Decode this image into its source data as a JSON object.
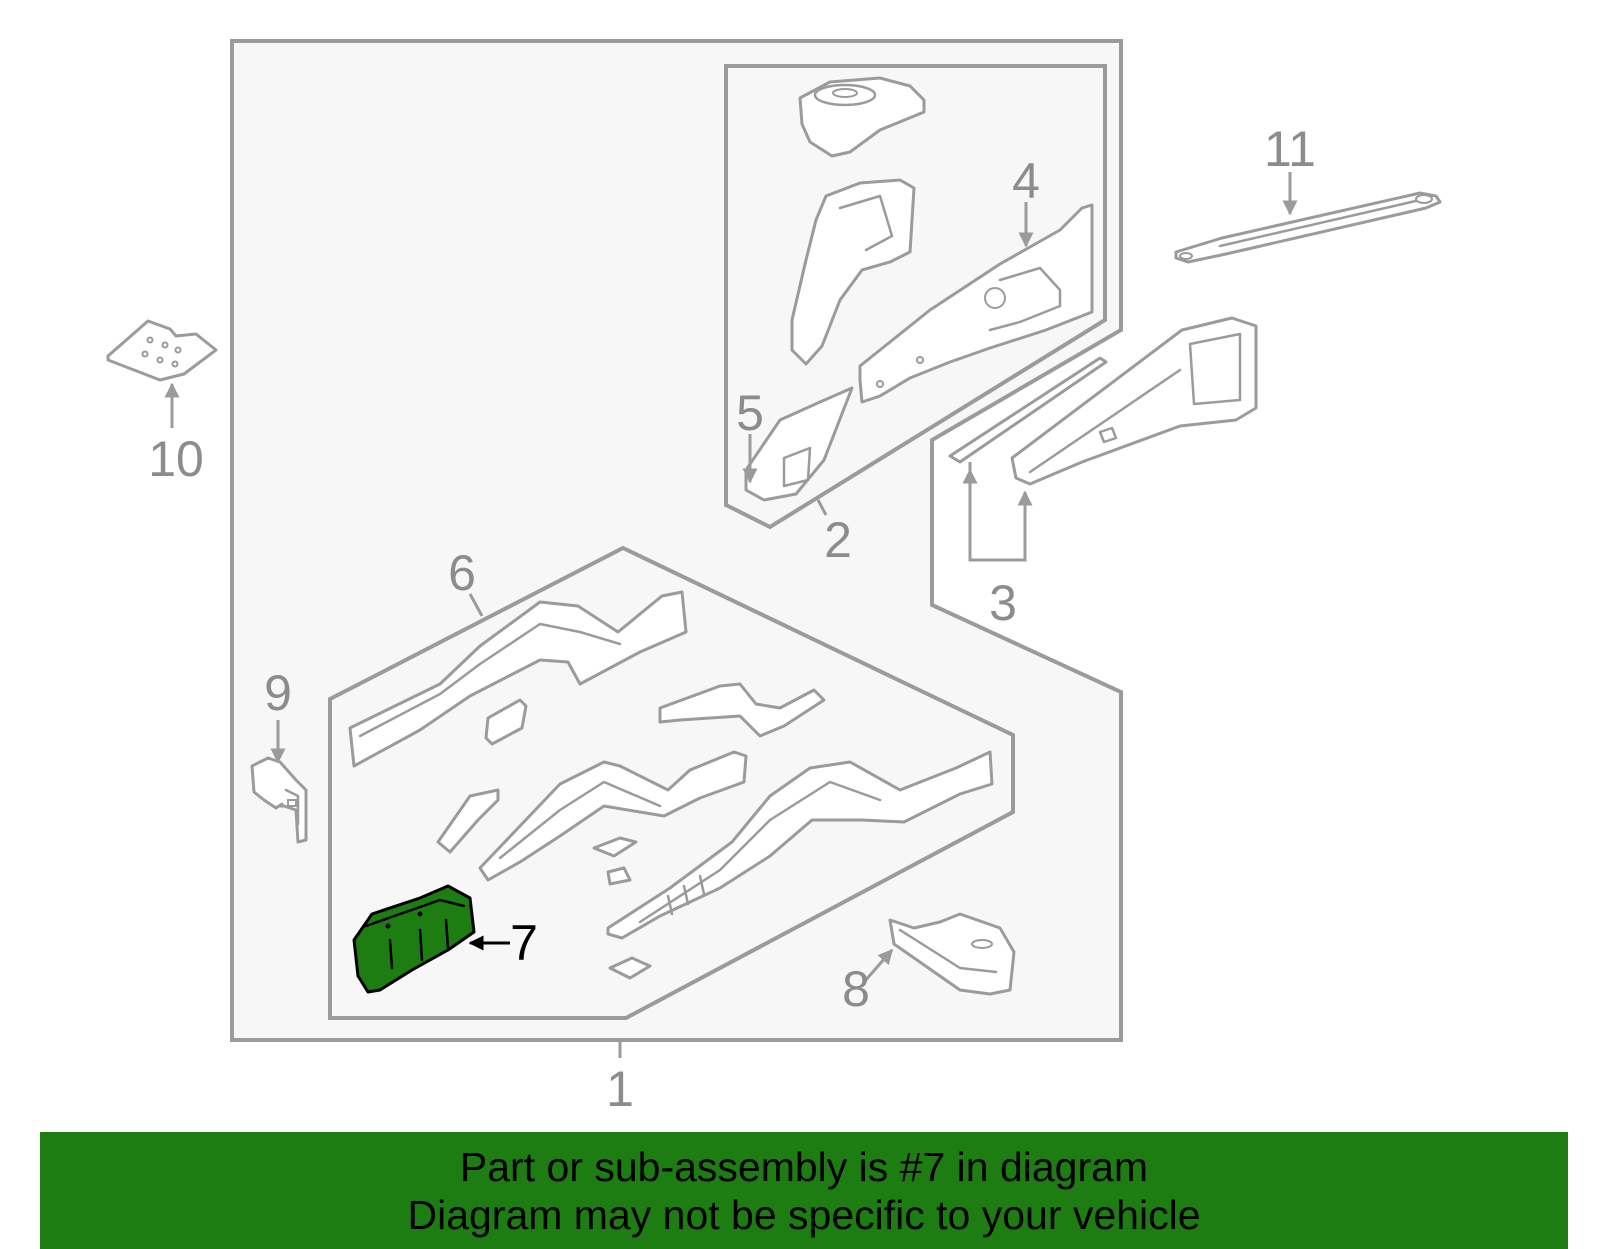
{
  "diagram": {
    "highlighted_callout": "7",
    "callouts": [
      {
        "id": "1",
        "label": "1"
      },
      {
        "id": "2",
        "label": "2"
      },
      {
        "id": "3",
        "label": "3"
      },
      {
        "id": "4",
        "label": "4"
      },
      {
        "id": "5",
        "label": "5"
      },
      {
        "id": "6",
        "label": "6"
      },
      {
        "id": "7",
        "label": "7"
      },
      {
        "id": "8",
        "label": "8"
      },
      {
        "id": "9",
        "label": "9"
      },
      {
        "id": "10",
        "label": "10"
      },
      {
        "id": "11",
        "label": "11"
      }
    ],
    "colors": {
      "line_art": "#9b9b9b",
      "frame_fill": "#f7f7f7",
      "highlight_fill": "#1e7d12",
      "banner_background": "#1e7d12",
      "banner_text": "#000000"
    }
  },
  "banner": {
    "line1": "Part or sub-assembly is #7 in diagram",
    "line2": "Diagram may not be specific to your vehicle"
  }
}
